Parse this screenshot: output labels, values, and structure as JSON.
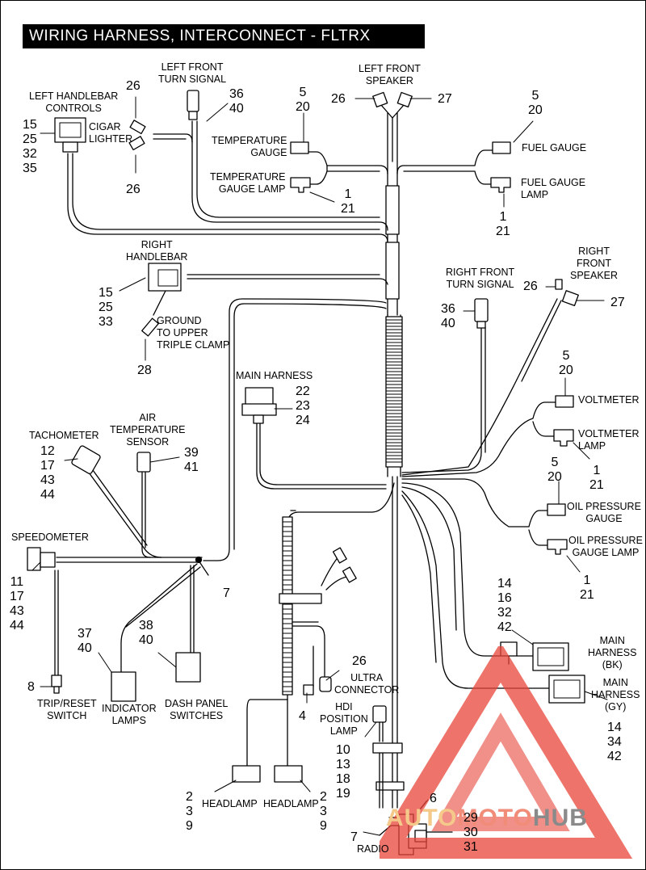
{
  "title": "WIRING HARNESS, INTERCONNECT - FLTRX",
  "labels": {
    "left_handlebar_controls": "LEFT HANDLEBAR\nCONTROLS",
    "left_handlebar_nums": "15\n25\n32\n35",
    "cigar_lighter": "CIGAR\nLIGHTER",
    "cigar_top_num": "26",
    "cigar_bottom_num": "26",
    "left_front_turn_signal": "LEFT FRONT\nTURN SIGNAL",
    "left_turn_nums": "36\n40",
    "temp_gauge_top_nums": "5\n20",
    "temperature_gauge": "TEMPERATURE\nGAUGE",
    "temperature_gauge_lamp": "TEMPERATURE\nGAUGE LAMP",
    "temp_lamp_nums": "1\n21",
    "left_front_speaker": "LEFT FRONT\nSPEAKER",
    "left_speaker_num_left": "26",
    "left_speaker_num_right": "27",
    "fuel_top_nums": "5\n20",
    "fuel_gauge": "FUEL GAUGE",
    "fuel_gauge_lamp": "FUEL GAUGE\nLAMP",
    "fuel_lamp_nums": "1\n21",
    "right_handlebar": "RIGHT\nHANDLEBAR",
    "right_handlebar_nums": "15\n25\n33",
    "ground_upper_triple_clamp": "GROUND\nTO UPPER\nTRIPLE CLAMP",
    "ground_num": "28",
    "right_front_turn_signal": "RIGHT FRONT\nTURN SIGNAL",
    "right_turn_nums": "36\n40",
    "right_front_speaker": "RIGHT\nFRONT\nSPEAKER",
    "right_speaker_num_left": "26",
    "right_speaker_num_right": "27",
    "main_harness": "MAIN HARNESS",
    "main_harness_nums": "22\n23\n24",
    "voltmeter_top_nums": "5\n20",
    "voltmeter": "VOLTMETER",
    "voltmeter_lamp": "VOLTMETER\nLAMP",
    "voltmeter_lamp_nums": "1\n21",
    "oil_top_nums": "5\n20",
    "oil_pressure_gauge": "OIL PRESSURE\nGAUGE",
    "oil_pressure_gauge_lamp": "OIL PRESSURE\nGAUGE LAMP",
    "oil_lamp_nums": "1\n21",
    "tachometer": "TACHOMETER",
    "tachometer_nums": "12\n17\n43\n44",
    "air_temperature_sensor": "AIR\nTEMPERATURE\nSENSOR",
    "air_temp_nums": "39\n41",
    "speedometer": "SPEEDOMETER",
    "speedometer_nums": "11\n17\n43\n44",
    "ground_splice_num": "7",
    "indicator_nums": "37\n40",
    "indicator_lamps": "INDICATOR\nLAMPS",
    "dash_nums": "38\n40",
    "dash_panel_switches": "DASH PANEL\nSWITCHES",
    "trip_num": "8",
    "trip_reset_switch": "TRIP/RESET\nSWITCH",
    "main_harness_bk_top_nums": "14\n16\n32\n42",
    "main_harness_bk": "MAIN\nHARNESS\n(BK)",
    "main_harness_gy": "MAIN\nHARNESS\n(GY)",
    "main_harness_gy_nums": "14\n34\n42",
    "ultra_num": "26",
    "ultra_connector": "ULTRA\nCONNECTOR",
    "ultra_side_num": "4",
    "hdi_position_lamp": "HDI\nPOSITION\nLAMP",
    "hdi_nums": "10\n13\n18\n19",
    "headlamp_left": "HEADLAMP",
    "headlamp_right": "HEADLAMP",
    "headlamp_left_nums": "2\n3\n9",
    "headlamp_right_nums": "2\n3\n9",
    "radio": "RADIO",
    "radio_num_6": "6",
    "radio_num_7": "7",
    "radio_nums": "29\n30\n31"
  },
  "watermark": {
    "part1": "AUTO",
    "part2": "MOTO",
    "part3": "HUB"
  },
  "colors": {
    "line": "#000000",
    "title_bg": "#000000",
    "watermark_red": "#e8463a"
  }
}
